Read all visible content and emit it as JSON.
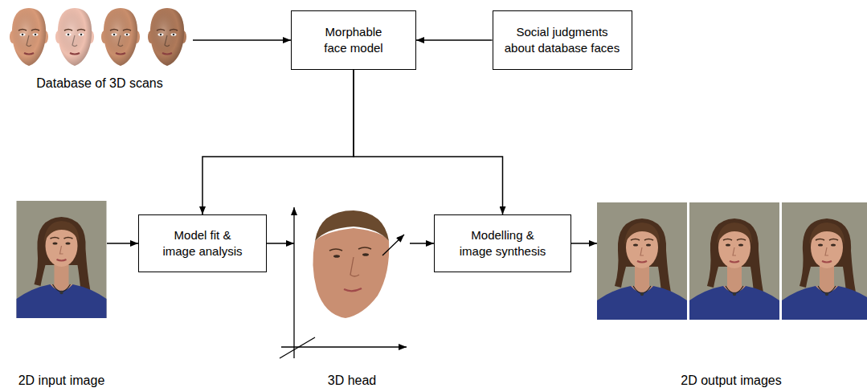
{
  "diagram": {
    "nodes": [
      {
        "text": [
          "Database of 3D scans"
        ]
      },
      {
        "text": [
          "Morphable face model"
        ]
      },
      {
        "text": [
          "Social judgments about database faces"
        ]
      },
      {
        "text": [
          "2D input image"
        ]
      },
      {
        "text": [
          "Model fit & image analysis"
        ]
      },
      {
        "text": [
          "3D head"
        ]
      },
      {
        "text": [
          "Modelling & image synthesis"
        ]
      },
      {
        "text": [
          "2D output images"
        ]
      }
    ],
    "edges": [
      {
        "from": 0,
        "to": 1,
        "arrow": "to"
      },
      {
        "from": 2,
        "to": 1,
        "arrow": "to"
      },
      {
        "from": 1,
        "to": 4,
        "arrow": "to"
      },
      {
        "from": 1,
        "to": 6,
        "arrow": "to"
      },
      {
        "from": 3,
        "to": 4,
        "arrow": "to"
      },
      {
        "from": 4,
        "to": 5,
        "arrow": "to"
      },
      {
        "from": 5,
        "to": 6,
        "arrow": "to"
      },
      {
        "from": 6,
        "to": 7,
        "arrow": "to"
      }
    ]
  }
}
